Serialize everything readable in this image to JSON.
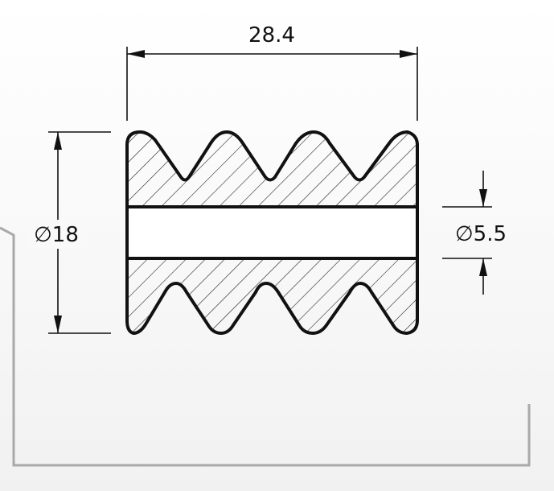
{
  "dimensions": {
    "length": "28.4",
    "outer_diameter": "∅18",
    "bore_diameter": "∅5.5"
  },
  "colors": {
    "line": "#111111",
    "frame": "#a9a9a9",
    "background": "#f7f7f7"
  }
}
